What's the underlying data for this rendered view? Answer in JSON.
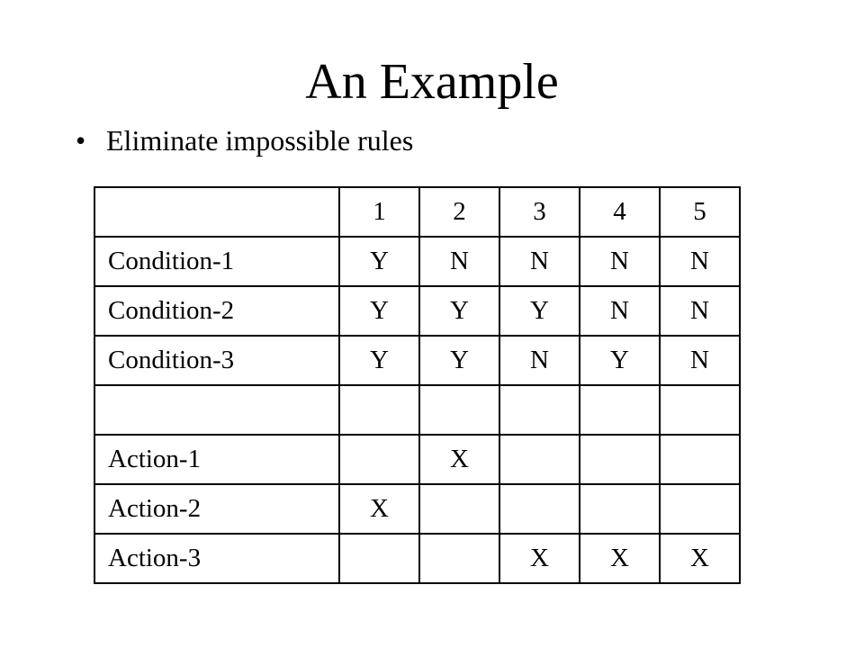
{
  "title": "An Example",
  "bullet": "Eliminate impossible rules",
  "table": {
    "header": [
      "",
      "1",
      "2",
      "3",
      "4",
      "5"
    ],
    "rows": [
      [
        "Condition-1",
        "Y",
        "N",
        "N",
        "N",
        "N"
      ],
      [
        "Condition-2",
        "Y",
        "Y",
        "Y",
        "N",
        "N"
      ],
      [
        "Condition-3",
        "Y",
        "Y",
        "N",
        "Y",
        "N"
      ],
      [
        "",
        "",
        "",
        "",
        "",
        ""
      ],
      [
        "Action-1",
        "",
        "X",
        "",
        "",
        ""
      ],
      [
        "Action-2",
        "X",
        "",
        "",
        "",
        ""
      ],
      [
        "Action-3",
        "",
        "",
        "X",
        "X",
        "X"
      ]
    ]
  }
}
